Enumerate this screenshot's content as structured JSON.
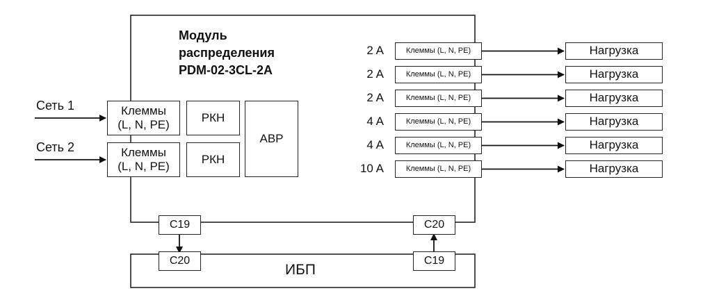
{
  "module": {
    "title_lines": [
      "Модуль",
      "распределения",
      "PDM-02-3CL-2A"
    ],
    "inputs": [
      {
        "label": "Сеть 1",
        "terminal_lines": [
          "Клеммы",
          "(L, N, PE)"
        ],
        "rkn": "РКН"
      },
      {
        "label": "Сеть 2",
        "terminal_lines": [
          "Клеммы",
          "(L, N, PE)"
        ],
        "rkn": "РКН"
      }
    ],
    "avr": "АВР",
    "outputs": [
      {
        "current": "2 A",
        "terminal": "Клеммы (L, N, PE)",
        "load": "Нагрузка"
      },
      {
        "current": "2 A",
        "terminal": "Клеммы (L, N, PE)",
        "load": "Нагрузка"
      },
      {
        "current": "2 A",
        "terminal": "Клеммы (L, N, PE)",
        "load": "Нагрузка"
      },
      {
        "current": "4 A",
        "terminal": "Клеммы (L, N, PE)",
        "load": "Нагрузка"
      },
      {
        "current": "4 A",
        "terminal": "Клеммы (L, N, PE)",
        "load": "Нагрузка"
      },
      {
        "current": "10 A",
        "terminal": "Клеммы (L, N, PE)",
        "load": "Нагрузка"
      }
    ],
    "connector_left": "С19",
    "connector_right": "С20"
  },
  "ups": {
    "label": "ИБП",
    "connector_left": "С20",
    "connector_right": "С19"
  }
}
